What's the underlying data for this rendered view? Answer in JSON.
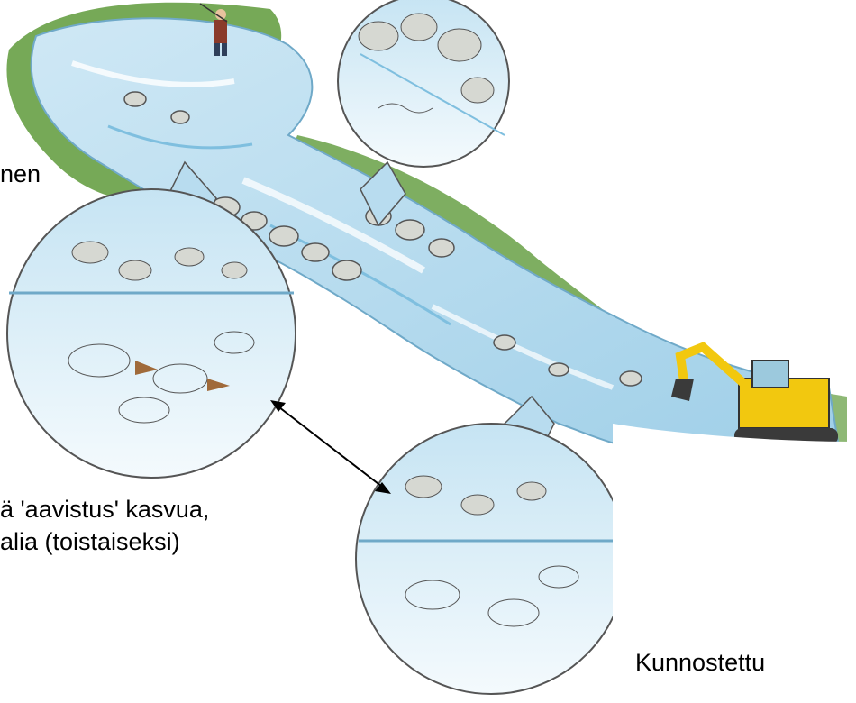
{
  "labels": {
    "top_left_partial": "nen",
    "middle_left_line1": "ä 'aavistus' kasvua,",
    "middle_left_line2": "alia (toistaiseksi)",
    "bottom_right": "Kunnostettu"
  },
  "colors": {
    "water": "#b8dcef",
    "water_light": "#dff0f9",
    "water_deep": "#7fbfdf",
    "stone": "#d6d8d2",
    "stone_outline": "#555555",
    "vegetation": "#5e9a3a",
    "excavator": "#f2c80f",
    "text": "#000000"
  }
}
